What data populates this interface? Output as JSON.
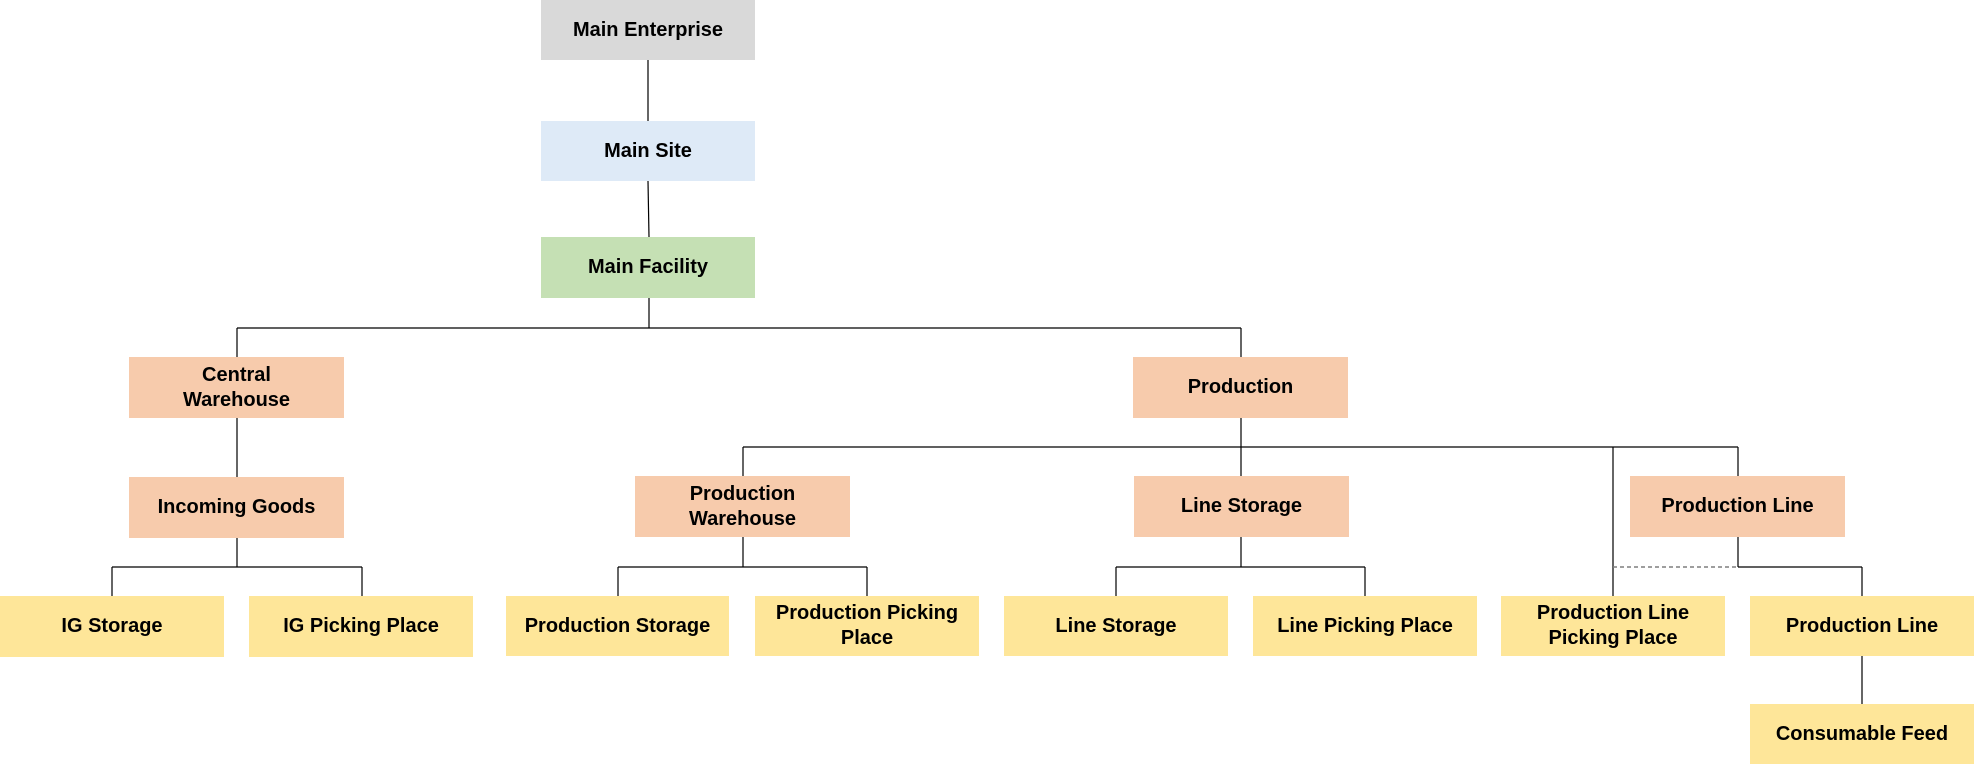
{
  "nodes": {
    "enterprise": "Main Enterprise",
    "site": "Main Site",
    "facility": "Main Facility",
    "central_warehouse": "Central Warehouse",
    "production": "Production",
    "incoming_goods": "Incoming Goods",
    "production_warehouse": "Production Warehouse",
    "line_storage_area": "Line Storage",
    "production_line_area": "Production Line",
    "ig_storage": "IG Storage",
    "ig_picking_place": "IG Picking Place",
    "production_storage": "Production Storage",
    "production_picking_place": "Production Picking Place",
    "line_storage": "Line Storage",
    "line_picking_place": "Line Picking Place",
    "production_line_picking_place": "Production Line Picking Place",
    "production_line": "Production Line",
    "consumable_feed": "Consumable Feed"
  },
  "colors": {
    "enterprise": "#d9d9d9",
    "site": "#deeaf7",
    "facility": "#c5e0b4",
    "area": "#f7cbac",
    "location": "#fee699",
    "connector": "#000000",
    "dashed_connector": "#7f7f7f"
  }
}
